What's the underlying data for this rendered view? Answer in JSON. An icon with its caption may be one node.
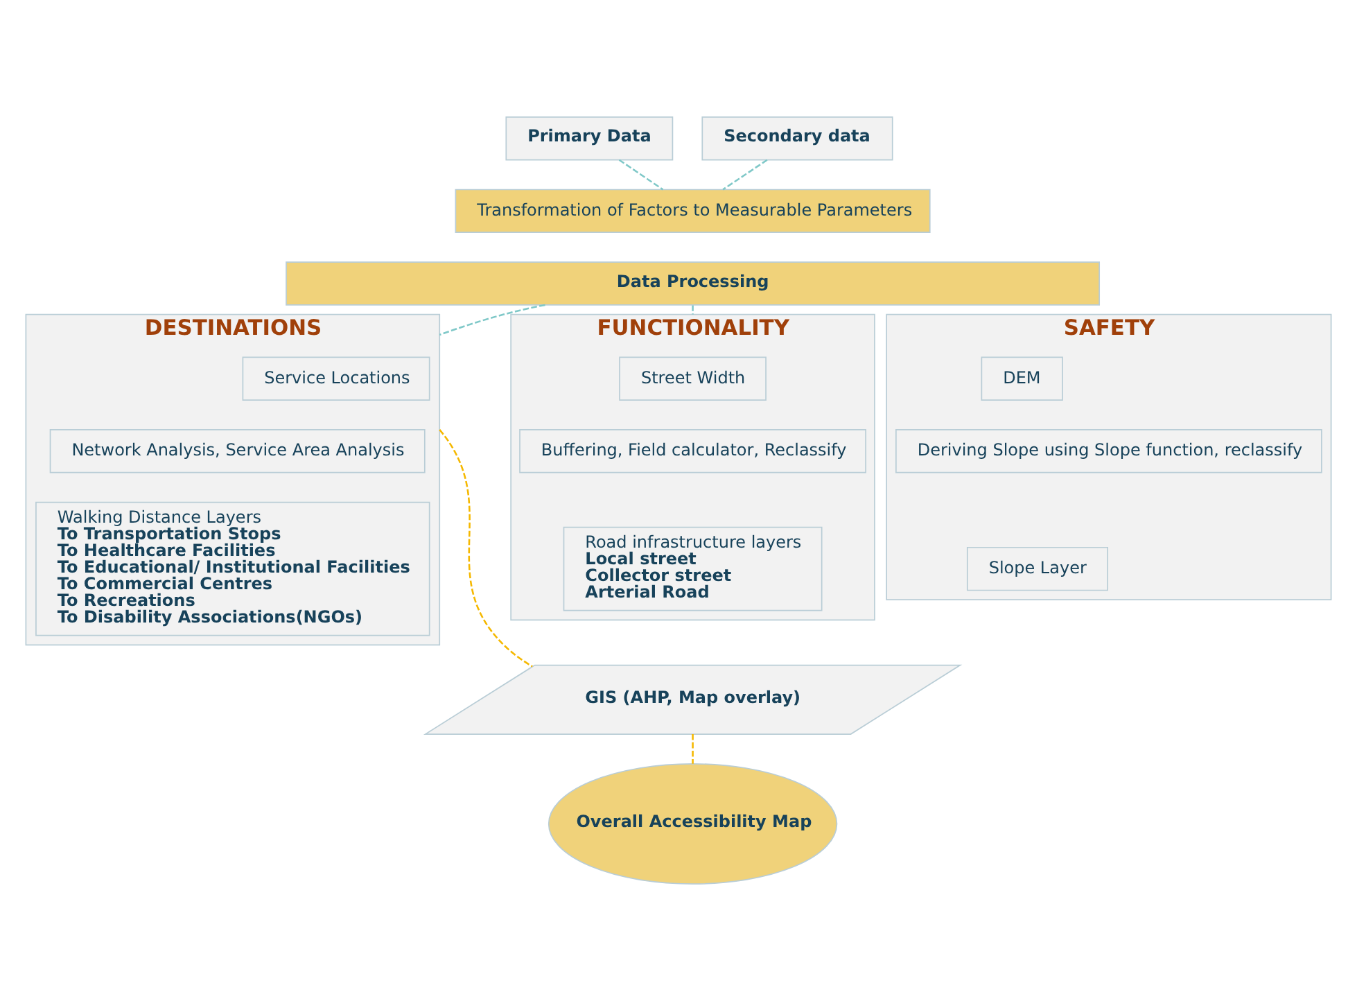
{
  "diagram": {
    "nodes": [
      {
        "text": [
          "Primary Data"
        ]
      },
      {
        "text": [
          "Secondary data"
        ]
      },
      {
        "text": [
          "Transformation of Factors to Measurable Parameters"
        ]
      },
      {
        "text": [
          "Data Processing"
        ]
      },
      {
        "text": [
          "DESTINATIONS"
        ]
      },
      {
        "text": [
          "Service Locations"
        ],
        "in": 4
      },
      {
        "text": [
          "Network Analysis, Service Area Analysis"
        ],
        "in": 4
      },
      {
        "text": [
          "Walking Distance Layers",
          "To Transportation Stops",
          "To Healthcare Facilities",
          "To Educational/ Institutional Facilities",
          "To Commercial Centres",
          "To Recreations",
          "To Disability Associations(NGOs)"
        ],
        "in": 4
      },
      {
        "text": [
          "FUNCTIONALITY"
        ]
      },
      {
        "text": [
          "Street Width"
        ],
        "in": 8
      },
      {
        "text": [
          "Buffering, Field calculator, Reclassify"
        ],
        "in": 8
      },
      {
        "text": [
          "Road infrastructure layers",
          "Local street",
          "Collector street",
          "Arterial Road"
        ],
        "in": 8
      },
      {
        "text": [
          "SAFETY"
        ]
      },
      {
        "text": [
          "DEM"
        ],
        "in": 12
      },
      {
        "text": [
          "Deriving Slope using Slope function, reclassify"
        ],
        "in": 12
      },
      {
        "text": [
          "Slope Layer"
        ],
        "in": 12
      },
      {
        "text": [
          "GIS (AHP, Map overlay)"
        ]
      },
      {
        "text": [
          "Overall Accessibility Map"
        ]
      }
    ],
    "edges": [
      {
        "from": 0,
        "to": 2,
        "arrow": "none",
        "style": "dashed"
      },
      {
        "from": 1,
        "to": 2,
        "arrow": "none",
        "style": "dashed"
      },
      {
        "from": 3,
        "to": 4,
        "arrow": "none",
        "style": "dashed"
      },
      {
        "from": 3,
        "to": 8,
        "arrow": "none",
        "style": "dashed"
      },
      {
        "from": 4,
        "to": 16,
        "arrow": "none",
        "style": "dashed",
        "color": "#f5b800"
      },
      {
        "from": 16,
        "to": 17,
        "arrow": "none",
        "style": "dashed",
        "color": "#f5b800"
      }
    ]
  }
}
